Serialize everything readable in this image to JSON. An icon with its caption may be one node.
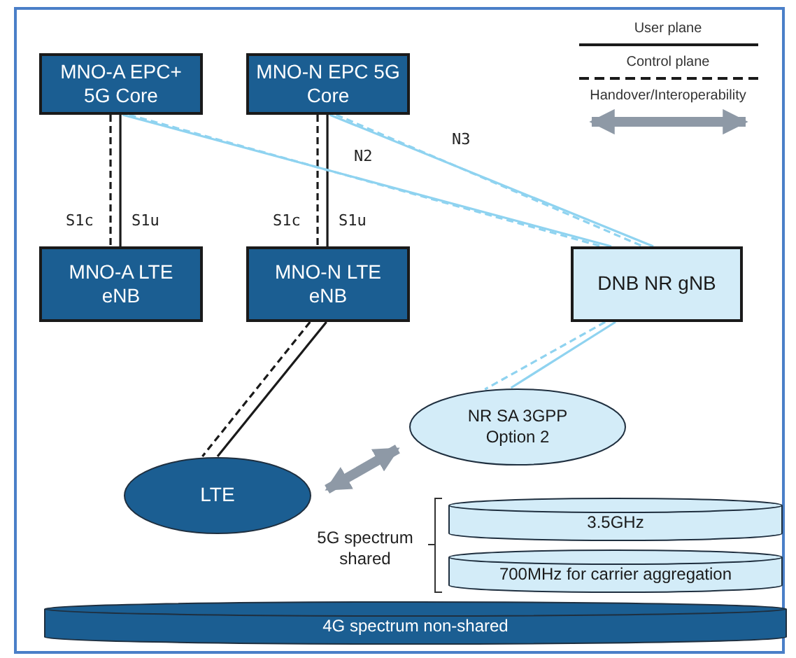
{
  "diagram": {
    "nodes": [
      {
        "text": [
          "MNO-A EPC+ 5G Core"
        ]
      },
      {
        "text": [
          "MNO-N EPC 5G Core"
        ]
      },
      {
        "text": [
          "MNO-A LTE eNB"
        ]
      },
      {
        "text": [
          "MNO-N LTE eNB"
        ]
      },
      {
        "text": [
          "DNB NR gNB"
        ]
      },
      {
        "text": [
          "NR SA 3GPP Option 2"
        ]
      },
      {
        "text": [
          "LTE"
        ]
      },
      {
        "text": [
          "3.5GHz"
        ]
      },
      {
        "text": [
          "700MHz for carrier aggregation"
        ]
      },
      {
        "text": [
          "4G spectrum non-shared"
        ]
      }
    ],
    "edges": [
      {
        "from": 0,
        "to": 2,
        "arrow": "none",
        "style": "dashed",
        "label": "S1c"
      },
      {
        "from": 0,
        "to": 2,
        "arrow": "none",
        "label": "S1u"
      },
      {
        "from": 1,
        "to": 3,
        "arrow": "none",
        "style": "dashed",
        "label": "S1c"
      },
      {
        "from": 1,
        "to": 3,
        "arrow": "none",
        "label": "S1u"
      },
      {
        "from": 0,
        "to": 4,
        "arrow": "none",
        "color": "#8fd3f0"
      },
      {
        "from": 0,
        "to": 4,
        "arrow": "none",
        "style": "dashed",
        "color": "#8fd3f0"
      },
      {
        "from": 1,
        "to": 4,
        "arrow": "none",
        "color": "#8fd3f0",
        "label": "N3"
      },
      {
        "from": 1,
        "to": 4,
        "arrow": "none",
        "style": "dashed",
        "color": "#8fd3f0",
        "label": "N2"
      },
      {
        "from": 3,
        "to": 6,
        "arrow": "none",
        "style": "dashed"
      },
      {
        "from": 3,
        "to": 6,
        "arrow": "none"
      },
      {
        "from": 4,
        "to": 5,
        "arrow": "none",
        "color": "#8fd3f0"
      },
      {
        "from": 4,
        "to": 5,
        "arrow": "none",
        "style": "dashed",
        "color": "#8fd3f0"
      },
      {
        "from": 6,
        "to": 5,
        "arrow": "both",
        "style": "thick",
        "color": "#8e99a6"
      }
    ],
    "labels": [
      "5G spectrum shared"
    ],
    "legend": [
      {
        "text": "User plane"
      },
      {
        "text": "Control plane"
      },
      {
        "text": "Handover/Interoperability"
      }
    ]
  }
}
